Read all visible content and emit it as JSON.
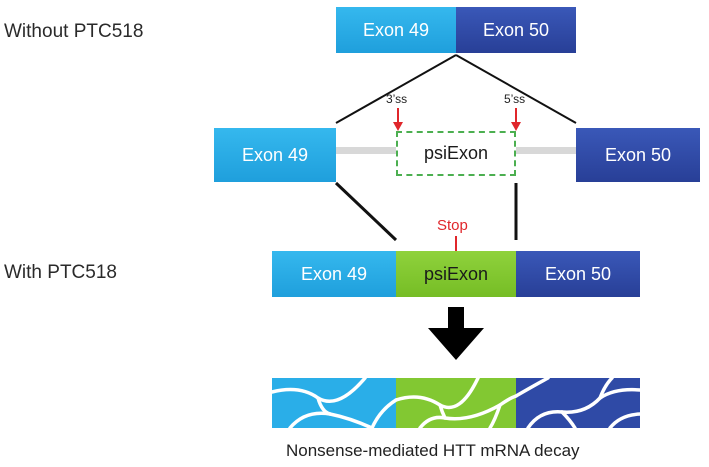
{
  "rows": {
    "without_label": "Without PTC518",
    "with_label": "With PTC518"
  },
  "exons": {
    "exon49": "Exon 49",
    "exon50": "Exon 50",
    "psi": "psiExon"
  },
  "splice_sites": {
    "three_prime": "3’ss",
    "five_prime": "5’ss"
  },
  "stop_label": "Stop",
  "caption": "Nonsense-mediated HTT mRNA decay",
  "colors": {
    "exon49": "#2aaee8",
    "exon50": "#2f4aa6",
    "psi": "#82c832",
    "stop": "#e0262b"
  }
}
